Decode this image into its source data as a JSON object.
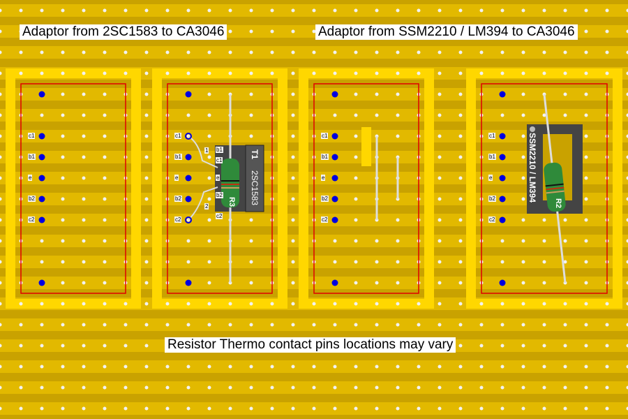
{
  "titles": {
    "left": "Adaptor from 2SC1583 to CA3046",
    "right": "Adaptor from SSM2210 / LM394 to CA3046",
    "note": "Resistor Thermo contact pins locations may vary"
  },
  "pins": [
    "c1",
    "b1",
    "e",
    "b2",
    "c2"
  ],
  "components": {
    "t1_ref": "T1",
    "t1_part": "2SC1583",
    "r3": "R3",
    "r2": "R2",
    "t1_pin1": "1",
    "t1_pin2": "2",
    "ic_part": "SSM2210 / LM394"
  },
  "colors": {
    "board": "#c9a200",
    "strip": "#e2b900",
    "frame": "#ffd700",
    "outline": "#e00000",
    "pad": "#0000e0"
  }
}
